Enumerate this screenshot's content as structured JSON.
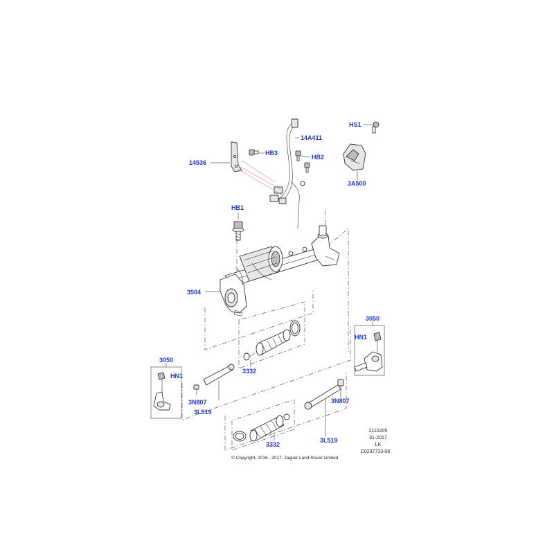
{
  "diagram": {
    "callouts": {
      "hs1": "HS1",
      "p14a411": "14A411",
      "p14536": "14536",
      "hb3": "HB3",
      "hb2": "HB2",
      "p3a500": "3A500",
      "hb1": "HB1",
      "p3504": "3504",
      "p3050_right": "3050",
      "hn1_right": "HN1",
      "p3050_left": "3050",
      "hn1_left": "HN1",
      "p3332_upper": "3332",
      "p3n807_left": "3N807",
      "p3l519_left": "3L519",
      "p3n807_right": "3N807",
      "p3332_lower": "3332",
      "p3l519_right": "3L519"
    },
    "reference": {
      "line1": "2110205",
      "line2": "31-2017",
      "line3": "LK",
      "line4": "C0237733-08"
    },
    "copyright": "© Copyright, 2016 - 2017. Jaguar Land Rover Limited."
  }
}
